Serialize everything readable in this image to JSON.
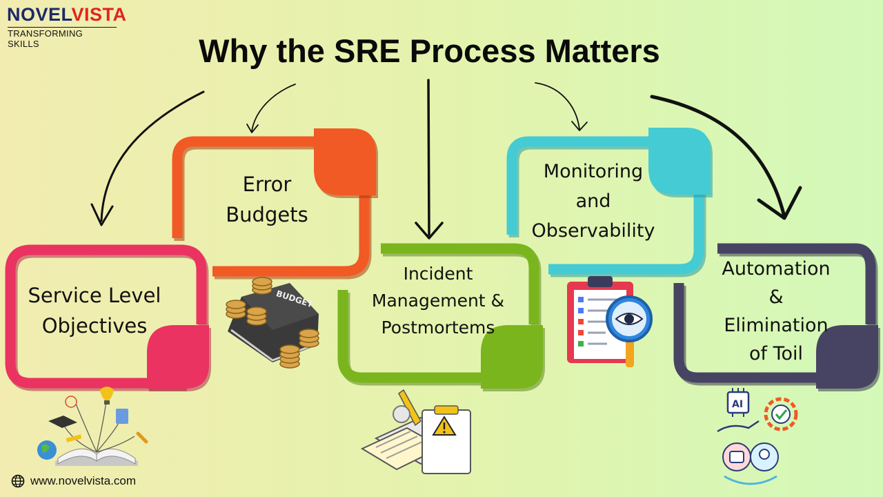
{
  "brand": {
    "logo_novel": "NOVEL",
    "logo_vista": "VISTA",
    "tagline": "TRANSFORMING SKILLS"
  },
  "title": "Why the SRE Process Matters",
  "steps": [
    {
      "label_lines": [
        "Service Level",
        "Objectives"
      ],
      "color": "#ea3360"
    },
    {
      "label_lines": [
        "Error",
        "Budgets"
      ],
      "color": "#f15a24"
    },
    {
      "label_lines": [
        "Incident",
        "Management &",
        "Postmortems"
      ],
      "color": "#7ab51d"
    },
    {
      "label_lines": [
        "Monitoring",
        "and",
        "Observability"
      ],
      "color": "#45cbd3"
    },
    {
      "label_lines": [
        "Automation",
        "&",
        "Elimination",
        "of Toil"
      ],
      "color": "#474463"
    }
  ],
  "budget_book_text": "BUDGET",
  "ai_chip_text": "AI",
  "footer": {
    "website": "www.novelvista.com"
  },
  "icons": [
    "globe-icon",
    "budget-book-icon",
    "clipboard-eye-icon",
    "incident-report-icon",
    "education-book-icon",
    "ai-automation-icon"
  ]
}
